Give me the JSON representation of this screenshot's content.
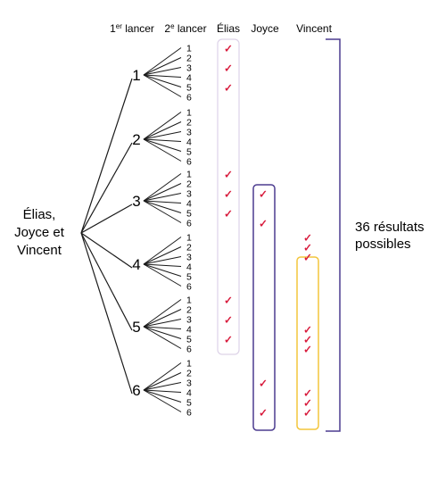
{
  "headers": {
    "first_roll_base": "1",
    "first_roll_sup": "er",
    "first_roll_rest": " lancer",
    "second_roll_base": "2",
    "second_roll_sup": "e",
    "second_roll_rest": " lancer",
    "elias": "Élias",
    "joyce": "Joyce",
    "vincent": "Vincent"
  },
  "root_label": [
    "Élias,",
    "Joyce et",
    "Vincent"
  ],
  "first_roll_values": [
    "1",
    "2",
    "3",
    "4",
    "5",
    "6"
  ],
  "second_roll_values": [
    "1",
    "2",
    "3",
    "4",
    "5",
    "6"
  ],
  "check_symbol": "✓",
  "checks": {
    "elias": [
      [
        1,
        1
      ],
      [
        1,
        3
      ],
      [
        1,
        5
      ],
      [
        3,
        1
      ],
      [
        3,
        3
      ],
      [
        3,
        5
      ],
      [
        5,
        1
      ],
      [
        5,
        3
      ],
      [
        5,
        5
      ]
    ],
    "joyce": [
      [
        3,
        3
      ],
      [
        3,
        6
      ],
      [
        6,
        3
      ],
      [
        6,
        6
      ]
    ],
    "vincent": [
      [
        4,
        1
      ],
      [
        4,
        2
      ],
      [
        4,
        3
      ],
      [
        5,
        4
      ],
      [
        5,
        5
      ],
      [
        5,
        6
      ],
      [
        6,
        4
      ],
      [
        6,
        5
      ],
      [
        6,
        6
      ]
    ]
  },
  "result_label": [
    "36 résultats",
    "possibles"
  ],
  "colors": {
    "check": "#d81b3c",
    "elias_box": "#ddd3e8",
    "joyce_box": "#4b3b8f",
    "vincent_box": "#f3c53c",
    "bracket": "#4b3b8f",
    "lines": "#1a1a1a"
  }
}
